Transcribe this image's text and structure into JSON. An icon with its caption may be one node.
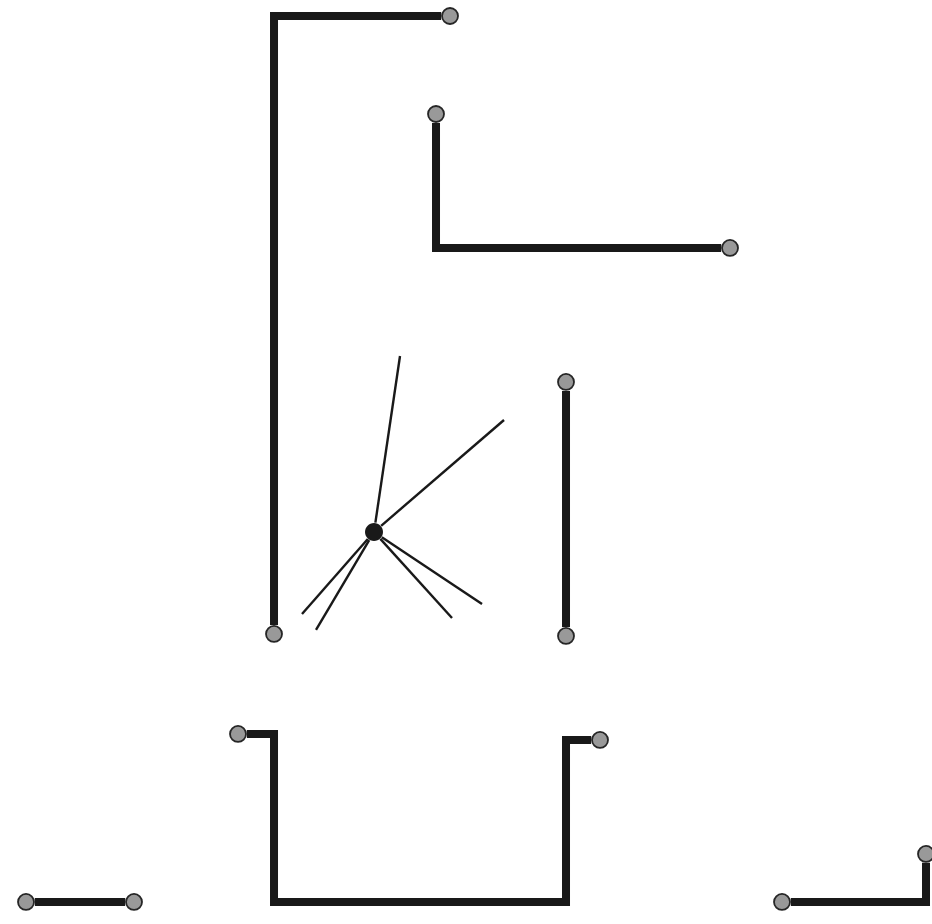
{
  "diagram": {
    "nodes": [
      {
        "text": [],
        "shape": "circle"
      },
      {
        "text": [],
        "shape": "circle"
      },
      {
        "text": [],
        "shape": "circle"
      },
      {
        "text": [],
        "shape": "circle"
      },
      {
        "text": [],
        "shape": "dot"
      },
      {
        "text": [],
        "shape": "circle"
      },
      {
        "text": [],
        "shape": "circle"
      },
      {
        "text": [],
        "shape": "circle"
      },
      {
        "text": [],
        "shape": "circle"
      },
      {
        "text": [],
        "shape": "circle"
      },
      {
        "text": [],
        "shape": "circle"
      },
      {
        "text": [],
        "shape": "circle"
      },
      {
        "text": [],
        "shape": "circle"
      }
    ],
    "edges": [
      {
        "from": 0,
        "to": 5,
        "arrow": "none",
        "style": "thick"
      },
      {
        "from": 1,
        "to": 2,
        "arrow": "none",
        "style": "thick"
      },
      {
        "from": 3,
        "to": 6,
        "arrow": "none",
        "style": "thick"
      },
      {
        "from": 4,
        "to": null,
        "arrow": "none"
      },
      {
        "from": 4,
        "to": null,
        "arrow": "none"
      },
      {
        "from": 4,
        "to": null,
        "arrow": "none"
      },
      {
        "from": 4,
        "to": null,
        "arrow": "none"
      },
      {
        "from": 4,
        "to": null,
        "arrow": "none"
      },
      {
        "from": 4,
        "to": null,
        "arrow": "none"
      },
      {
        "from": 7,
        "to": 8,
        "arrow": "none",
        "style": "thick"
      },
      {
        "from": 9,
        "to": 10,
        "arrow": "none",
        "style": "thick"
      },
      {
        "from": 11,
        "to": 12,
        "arrow": "none",
        "style": "thick"
      }
    ]
  }
}
